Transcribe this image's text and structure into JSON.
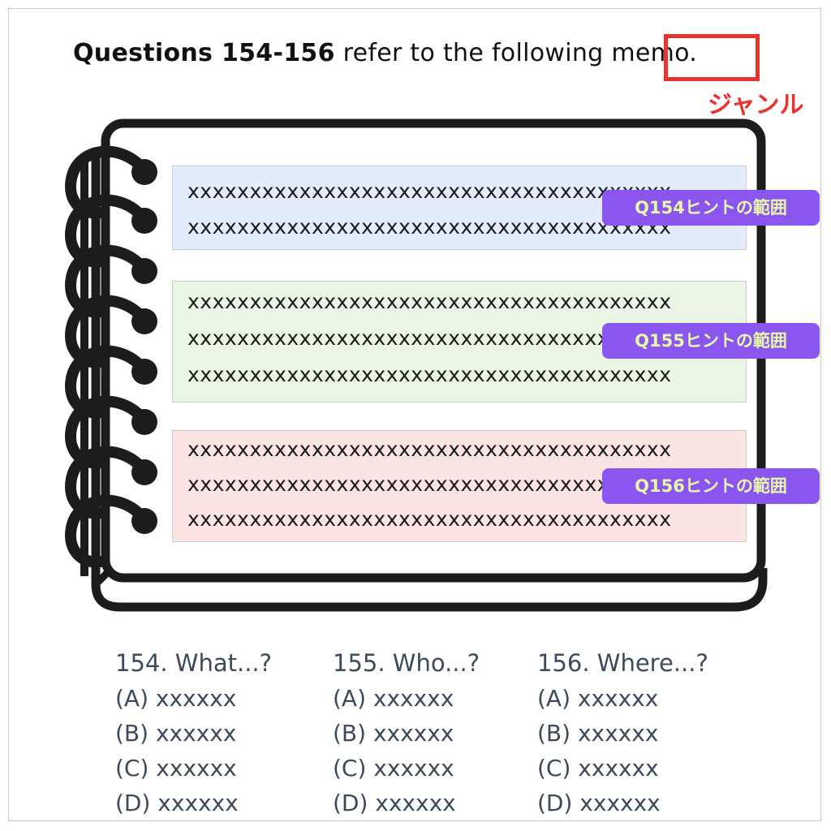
{
  "header": {
    "bold_prefix": "Questions 154-156",
    "text_before_genre": " refer to the following ",
    "genre_word": "memo.",
    "genre_label": "ジャンル"
  },
  "sections": [
    {
      "color": "#e2ecfb",
      "lines": [
        "xxxxxxxxxxxxxxxxxxxxxxxxxxxxxxxxxxxxxxx",
        "xxxxxxxxxxxxxxxxxxxxxxxxxxxxxxxxxxxxxxx"
      ],
      "hint": "Q154ヒントの範囲"
    },
    {
      "color": "#e8f6e3",
      "lines": [
        "xxxxxxxxxxxxxxxxxxxxxxxxxxxxxxxxxxxxxxx",
        "xxxxxxxxxxxxxxxxxxxxxxxxxxxxxxxxxxxxxxx",
        "xxxxxxxxxxxxxxxxxxxxxxxxxxxxxxxxxxxxxxx"
      ],
      "hint": "Q155ヒントの範囲"
    },
    {
      "color": "#fce4e2",
      "lines": [
        "xxxxxxxxxxxxxxxxxxxxxxxxxxxxxxxxxxxxxxx",
        "xxxxxxxxxxxxxxxxxxxxxxxxxxxxxxxxxxxxxxx",
        "xxxxxxxxxxxxxxxxxxxxxxxxxxxxxxxxxxxxxxx"
      ],
      "hint": "Q156ヒントの範囲"
    }
  ],
  "questions": [
    {
      "title": "154. What...?",
      "options": [
        "(A) xxxxxx",
        "(B) xxxxxx",
        "(C) xxxxxx",
        "(D) xxxxxx"
      ]
    },
    {
      "title": "155. Who...?",
      "options": [
        "(A) xxxxxx",
        "(B) xxxxxx",
        "(C) xxxxxx",
        "(D) xxxxxx"
      ]
    },
    {
      "title": "156. Where...?",
      "options": [
        "(A) xxxxxx",
        "(B) xxxxxx",
        "(C) xxxxxx",
        "(D) xxxxxx"
      ]
    }
  ],
  "colors": {
    "genre_accent": "#e8332e",
    "hint_bg": "#8b55f0",
    "hint_text": "#e6f7a8",
    "question_text": "#3d4a5c"
  },
  "icons": [
    "spiral-notebook-icon"
  ]
}
